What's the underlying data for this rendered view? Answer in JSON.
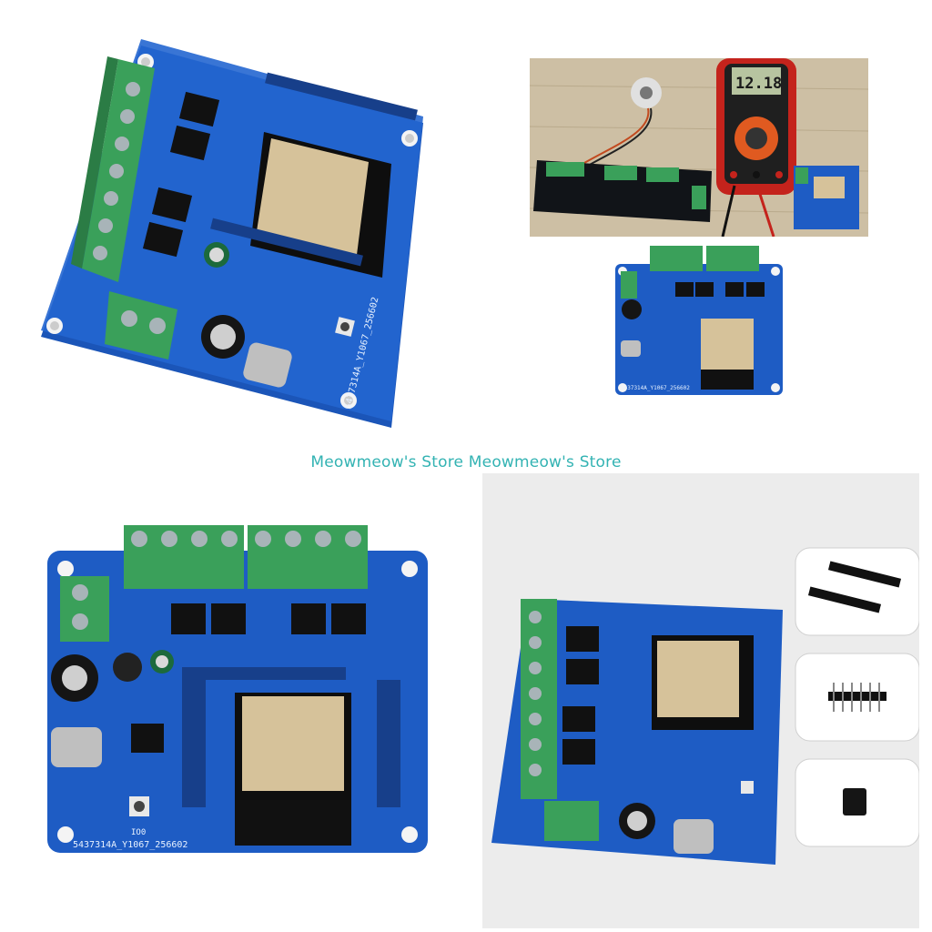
{
  "watermark": "Meowmeow's Store Meowmeow's Store",
  "board": {
    "serial": "5437314A_Y1067_256602",
    "button_label": "IO0"
  },
  "multimeter": {
    "reading": "12.18"
  },
  "colors": {
    "pcb": "#1e5cc4",
    "terminal": "#3aa05a",
    "module": "#d6c29a",
    "watermark": "#33b3b3"
  }
}
